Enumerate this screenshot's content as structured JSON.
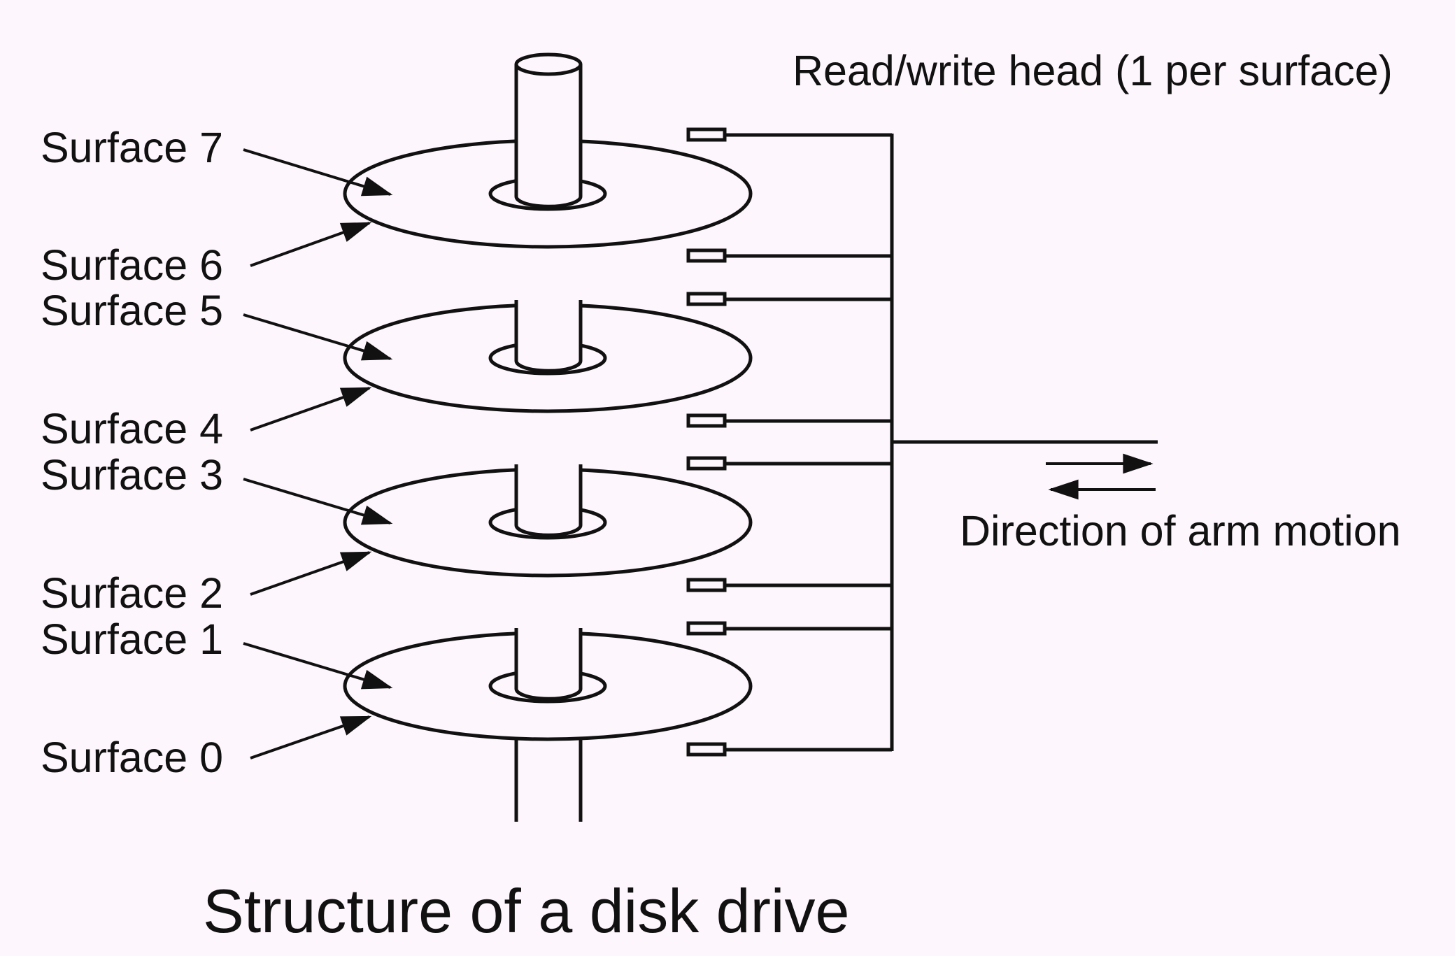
{
  "diagram": {
    "caption": "Structure of a disk drive",
    "head_label": "Read/write head (1 per surface)",
    "motion_label": "Direction of arm motion",
    "surfaces": [
      "Surface 7",
      "Surface 6",
      "Surface 5",
      "Surface 4",
      "Surface 3",
      "Surface 2",
      "Surface 1",
      "Surface 0"
    ]
  },
  "colors": {
    "background": "#fdf6fc",
    "stroke": "#111111"
  }
}
